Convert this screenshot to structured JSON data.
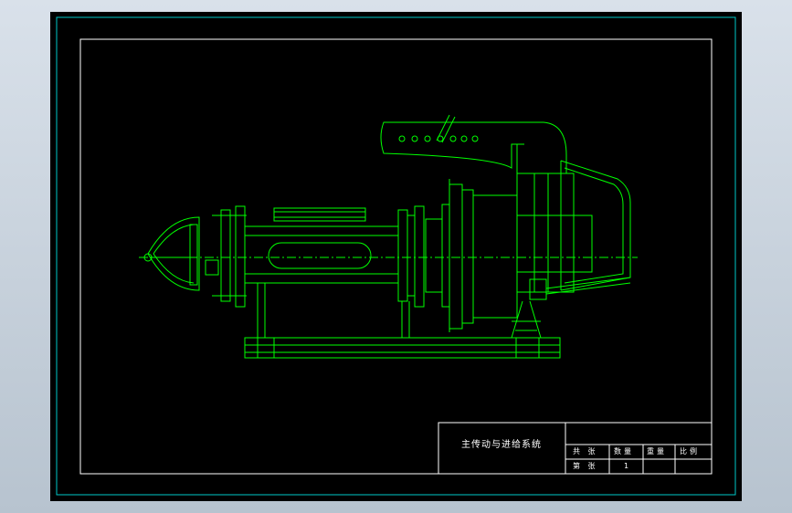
{
  "drawing": {
    "title": "主传动与进给系统",
    "colors": {
      "background": "#000000",
      "outer_border": "#00c8c8",
      "inner_border": "#ffffff",
      "geometry": "#00ff00"
    }
  },
  "title_block": {
    "label_total_sheets": "共 张",
    "label_quantity": "数量",
    "label_weight": "重量",
    "label_scale": "比例",
    "label_sheet_no": "第 张",
    "quantity_value": "1"
  }
}
